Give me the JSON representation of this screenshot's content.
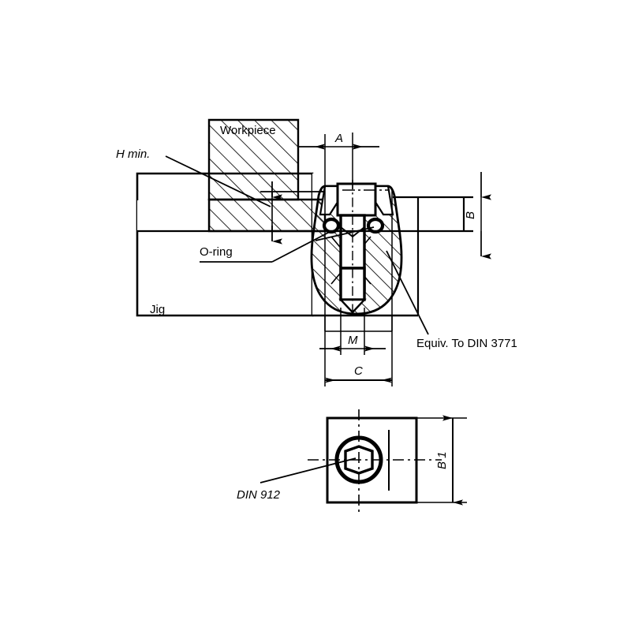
{
  "drawing": {
    "title": "Jig clamping element sectional assembly drawing",
    "background_color": "#ffffff",
    "line_color": "#000000",
    "labels": {
      "workpiece": "Workpiece",
      "h_min": "H min.",
      "o_ring": "O-ring",
      "jig": "Jig",
      "din_3771": "Equiv. To DIN 3771",
      "din_912": "DIN 912"
    },
    "dimensions": {
      "a": "A",
      "b": "B",
      "c": "C",
      "m": "M",
      "b1": "B 1"
    },
    "views": {
      "section_view_name": "sectional-elevation-view",
      "bottom_view_name": "plan-view"
    }
  }
}
